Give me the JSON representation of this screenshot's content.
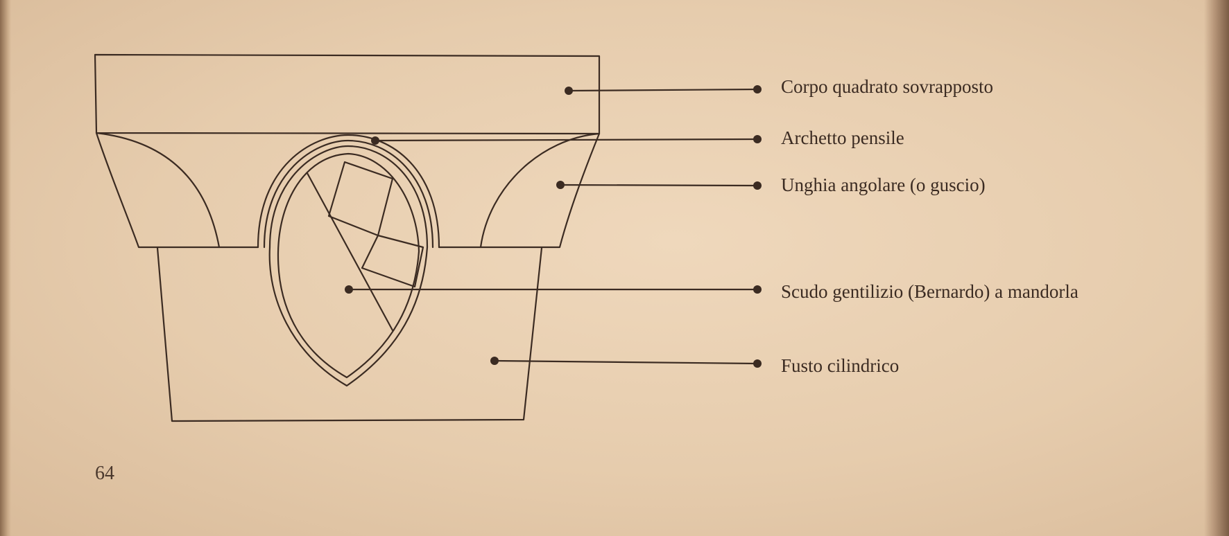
{
  "labels": {
    "corpo": "Corpo quadrato sovrapposto",
    "archetto": "Archetto pensile",
    "unghia": "Unghia angolare (o guscio)",
    "scudo": "Scudo gentilizio (Bernardo) a mandorla",
    "fusto": "Fusto cilindrico"
  },
  "page_number": "64",
  "colors": {
    "ink": "#3b2b22",
    "paper": "#e8cfb1"
  }
}
